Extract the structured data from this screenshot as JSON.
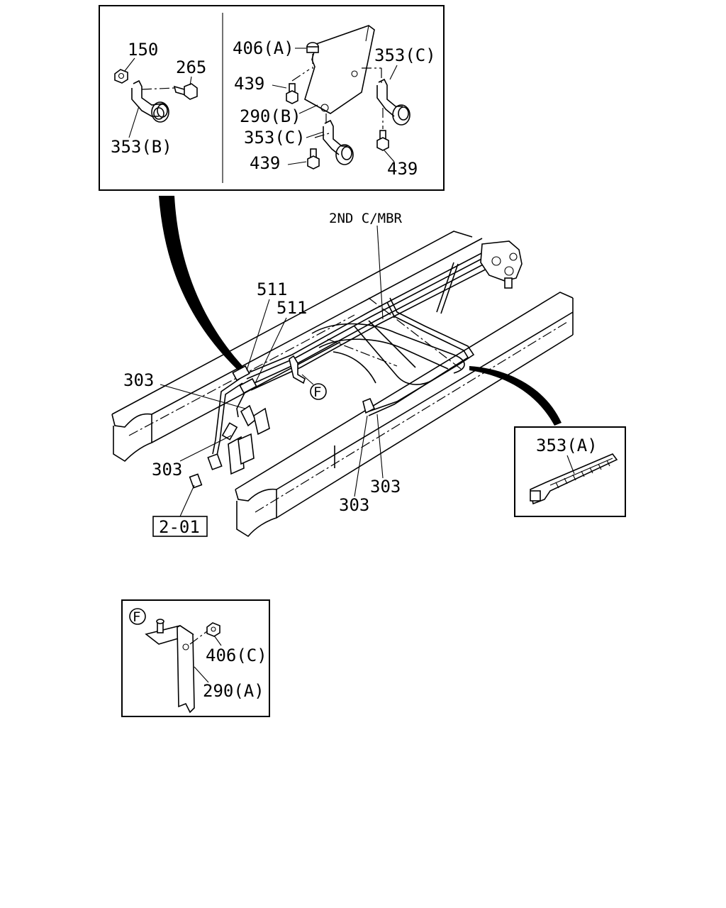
{
  "callouts": {
    "inset_top": {
      "p150": "150",
      "p265": "265",
      "p353b": "353(B)",
      "p406a": "406(A)",
      "p439_a": "439",
      "p290b": "290(B)",
      "p353c_a": "353(C)",
      "p353c_b": "353(C)",
      "p439_b": "439",
      "p439_c": "439"
    },
    "main": {
      "member": "2ND C/MBR",
      "p511_a": "511",
      "p511_b": "511",
      "p303_a": "303",
      "p303_b": "303",
      "p303_c": "303",
      "p303_d": "303",
      "ref_box": "2-01",
      "marker_f": "F"
    },
    "inset_tie": {
      "p353a": "353(A)"
    },
    "inset_f": {
      "marker_f": "F",
      "p406c": "406(C)",
      "p290a": "290(A)"
    }
  }
}
